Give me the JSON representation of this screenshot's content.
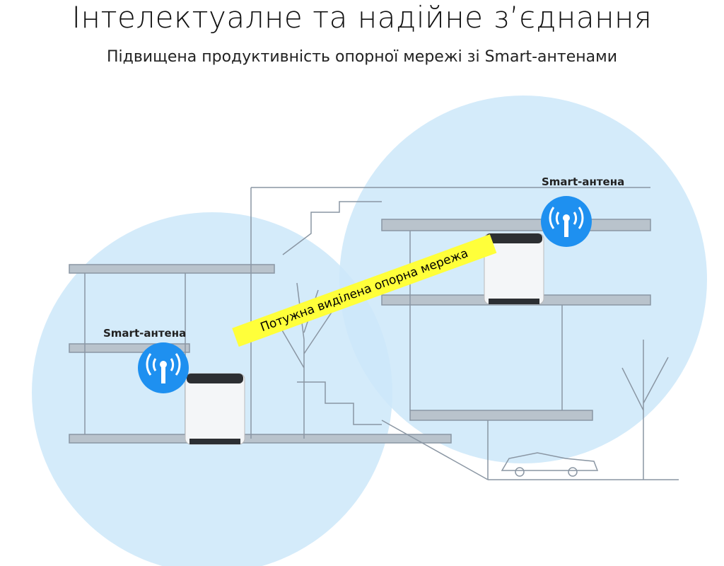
{
  "header": {
    "title": "Інтелектуалне та надійне з’єднання",
    "subtitle": "Підвищена продуктивність опорної мережі зі Smart-антенами"
  },
  "illustration": {
    "left_antenna_label": "Smart-антена",
    "right_antenna_label": "Smart-антена",
    "backhaul_label": "Потужна виділена опорна мережа",
    "coverage_color": "#cde8f9",
    "antenna_icon_color": "#1e90f0",
    "band_color": "#ffff3a"
  }
}
